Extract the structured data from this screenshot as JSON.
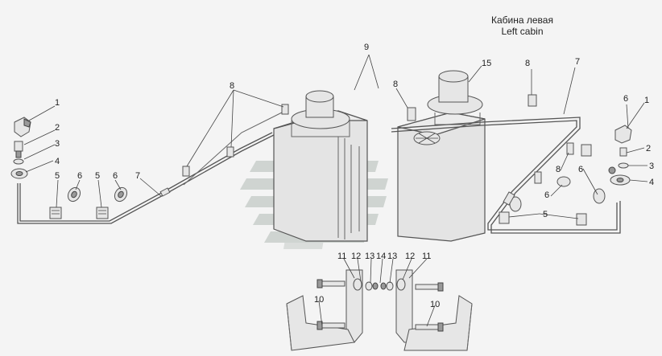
{
  "title": {
    "ru": "Кабина левая",
    "en": "Left cabin"
  },
  "callouts": {
    "left_1": "1",
    "left_2": "2",
    "left_3": "3",
    "left_4": "4",
    "left_5a": "5",
    "left_6a": "6",
    "left_5b": "5",
    "left_6b": "6",
    "left_7": "7",
    "left_8": "8",
    "top_9": "9",
    "mid_8": "8",
    "top_15": "15",
    "right_8": "8",
    "right_7": "7",
    "right_6": "6",
    "right_1": "1",
    "right_2": "2",
    "right_3": "3",
    "right_4": "4",
    "right_8b": "8",
    "right_6b": "6",
    "right_6c": "6",
    "right_5": "5",
    "br_11a": "11",
    "br_12a": "12",
    "br_13a": "13",
    "br_14": "14",
    "br_13b": "13",
    "br_12b": "12",
    "br_11b": "11",
    "br_10a": "10",
    "br_10b": "10"
  },
  "colors": {
    "line": "#555555",
    "watermark": "#c9cfcc",
    "background": "#f4f4f4"
  }
}
